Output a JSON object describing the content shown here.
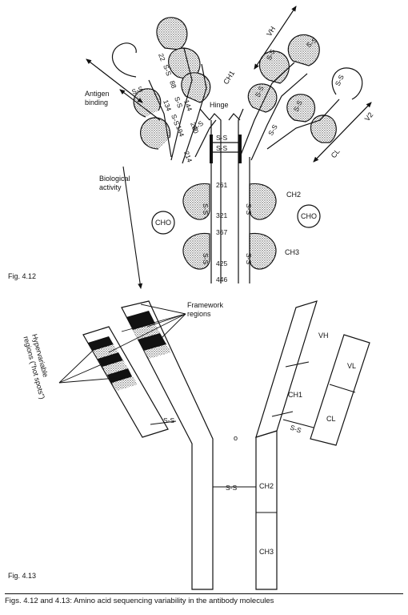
{
  "caption": "Figs. 4.12 and 4.13: Amino acid sequencing variability in the antibody molecules",
  "fig_a": {
    "label": "Fig. 4.12",
    "antigen_binding": "Antigen\nbinding",
    "biological_activity": "Biological\nactivity",
    "hinge": "Hinge",
    "vh": "VH",
    "ch1": "CH1",
    "v2": "V2",
    "cl": "CL",
    "ch2": "CH2",
    "ch3": "CH3",
    "cho": "CHO",
    "ss": "S-S",
    "residues_left": [
      "22",
      "88",
      "134",
      "144",
      "194",
      "200",
      "214"
    ],
    "residues_heavy": [
      "261",
      "321",
      "367",
      "425",
      "446"
    ]
  },
  "fig_b": {
    "label": "Fig. 4.13",
    "framework": "Framework\nregions",
    "hypervariable": "Hypervariable\nregions (\"hot spots\")",
    "vh": "VH",
    "vl": "VL",
    "ch1": "CH1",
    "cl": "CL",
    "ch2": "CH2",
    "ch3": "CH3",
    "ss": "S-S",
    "center_mark": "o"
  },
  "colors": {
    "ink": "#111111",
    "stipple": "#9a9a9a",
    "paper": "#ffffff"
  }
}
